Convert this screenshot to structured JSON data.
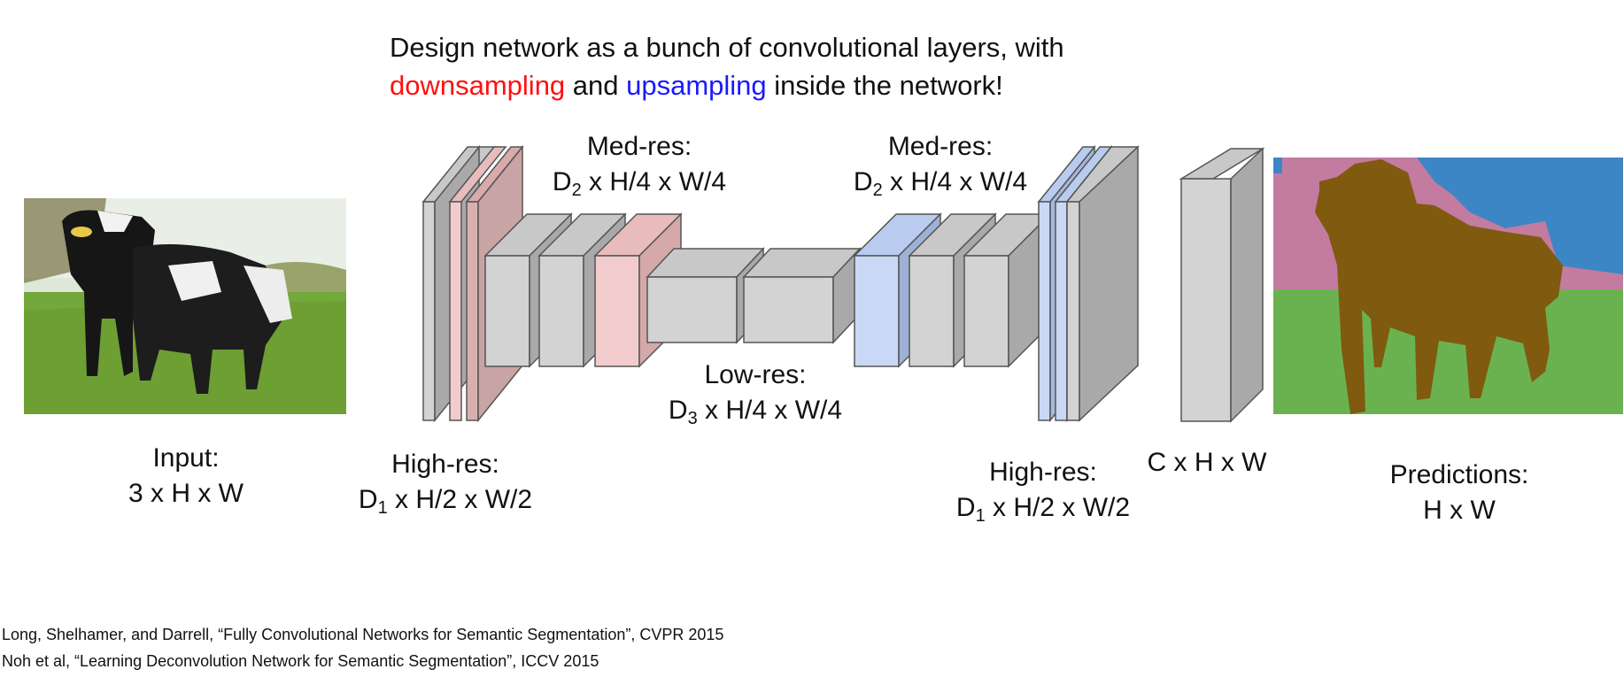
{
  "headline": {
    "line1": "Design network as a bunch of convolutional layers, with",
    "down_word": "downsampling",
    "and_word": " and ",
    "up_word": "upsampling",
    "tail": " inside the network!"
  },
  "labels": {
    "input": {
      "title": "Input:",
      "dims": "3 x H x W"
    },
    "high_res_left": {
      "title": "High-res:",
      "d": "D",
      "sub": "1",
      "dims": " x H/2 x W/2"
    },
    "med_res_left": {
      "title": "Med-res:",
      "d": "D",
      "sub": "2",
      "dims": " x H/4 x W/4"
    },
    "low_res": {
      "title": "Low-res:",
      "d": "D",
      "sub": "3",
      "dims": " x H/4 x W/4"
    },
    "med_res_right": {
      "title": "Med-res:",
      "d": "D",
      "sub": "2",
      "dims": " x H/4 x W/4"
    },
    "high_res_right": {
      "title": "High-res:",
      "d": "D",
      "sub": "1",
      "dims": " x H/2 x W/2"
    },
    "class_scores": {
      "dims": "C x H x W"
    },
    "predictions": {
      "title": "Predictions:",
      "dims": "H x W"
    }
  },
  "references": [
    "Long, Shelhamer, and Darrell, “Fully Convolutional Networks for Semantic Segmentation”, CVPR 2015",
    "Noh et al, “Learning Deconvolution Network for Semantic Segmentation”, ICCV 2015"
  ],
  "colors": {
    "gray_front": "#d3d3d3",
    "gray_top": "#c8c8c8",
    "gray_side": "#a9a9a9",
    "red_front": "#f2cccc",
    "red_dark": "#c9a4a4",
    "blue_front": "#c9d9f5",
    "blue_side": "#9fb1d6",
    "seg_pink": "#c47ba0",
    "seg_blue": "#3d86c6",
    "seg_green": "#6ab24f",
    "seg_cow": "#7f5a0f"
  }
}
